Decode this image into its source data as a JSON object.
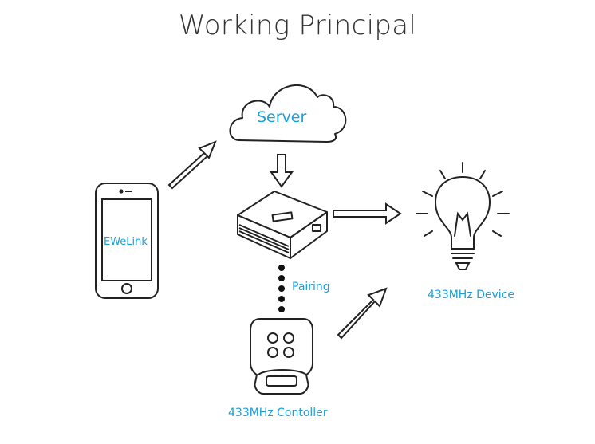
{
  "title": "Working Principal",
  "labels": {
    "server": "Server",
    "app": "EWeLink",
    "pairing": "Pairing",
    "device": "433MHz Device",
    "controller": "433MHz Contoller"
  },
  "colors": {
    "line": "#222222",
    "accent": "#1aa0d8",
    "title": "#333333"
  },
  "icons": [
    "cloud-icon",
    "smartphone-icon",
    "bridge-hub-icon",
    "light-bulb-icon",
    "remote-controller-icon",
    "arrow-icon"
  ]
}
